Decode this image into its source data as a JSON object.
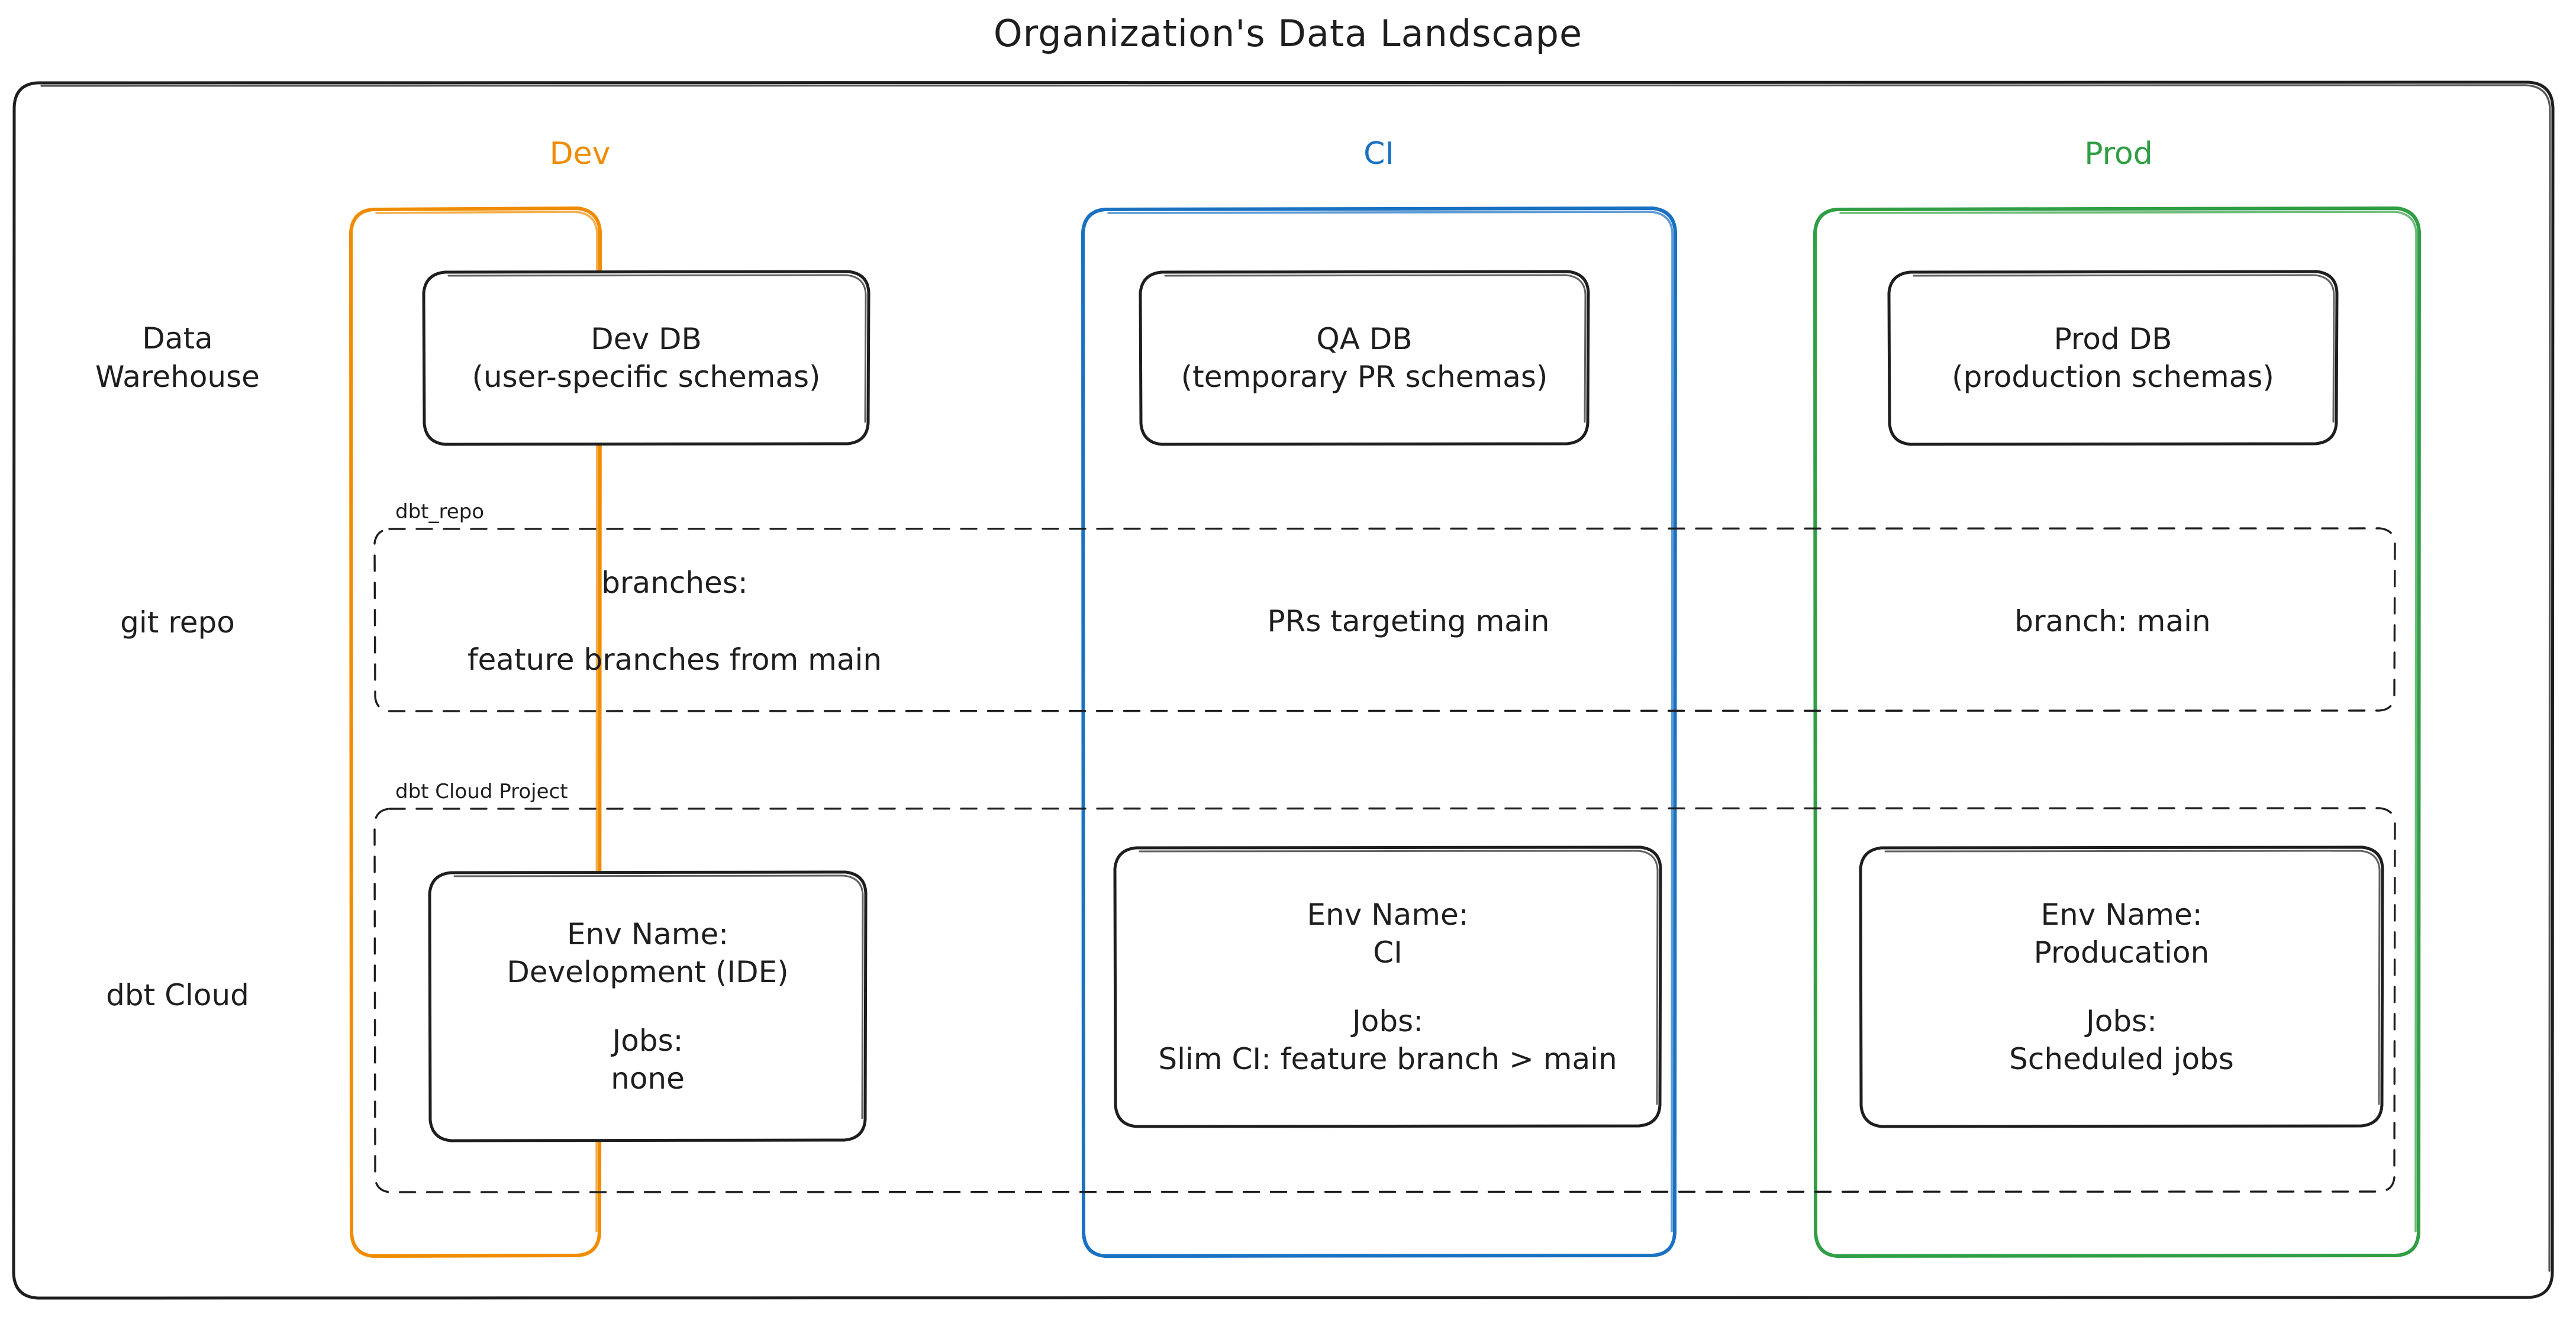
{
  "title": "Organization's Data Landscape",
  "colors": {
    "stroke": "#1e1e1e",
    "dev": "#f08c00",
    "ci": "#1971c2",
    "prod": "#2f9e44",
    "background": "#ffffff"
  },
  "columns": [
    {
      "id": "dev",
      "label": "Dev",
      "color": "#f08c00"
    },
    {
      "id": "ci",
      "label": "CI",
      "color": "#1971c2"
    },
    {
      "id": "prod",
      "label": "Prod",
      "color": "#2f9e44"
    }
  ],
  "rows": [
    {
      "id": "data-warehouse",
      "label": "Data\nWarehouse"
    },
    {
      "id": "git-repo",
      "label": "git repo"
    },
    {
      "id": "dbt-cloud",
      "label": "dbt Cloud"
    }
  ],
  "groups": {
    "git_repo": {
      "caption": "dbt_repo"
    },
    "dbt_cloud": {
      "caption": "dbt Cloud Project"
    }
  },
  "cells": {
    "warehouse": {
      "dev": {
        "line1": "Dev DB",
        "line2": "(user-specific schemas)"
      },
      "ci": {
        "line1": "QA DB",
        "line2": "(temporary PR schemas)"
      },
      "prod": {
        "line1": "Prod DB",
        "line2": "(production schemas)"
      }
    },
    "git": {
      "dev": {
        "line1": "branches:",
        "line2": "feature branches from main"
      },
      "ci": {
        "line1": "PRs targeting main",
        "line2": ""
      },
      "prod": {
        "line1": "branch: main",
        "line2": ""
      }
    },
    "dbt": {
      "dev": {
        "env_label": "Env Name:",
        "env_value": "Development (IDE)",
        "jobs_label": "Jobs:",
        "jobs_value": "none"
      },
      "ci": {
        "env_label": "Env Name:",
        "env_value": "CI",
        "jobs_label": "Jobs:",
        "jobs_value": "Slim CI: feature branch > main"
      },
      "prod": {
        "env_label": "Env Name:",
        "env_value": "Producation",
        "jobs_label": "Jobs:",
        "jobs_value": "Scheduled jobs"
      }
    }
  }
}
